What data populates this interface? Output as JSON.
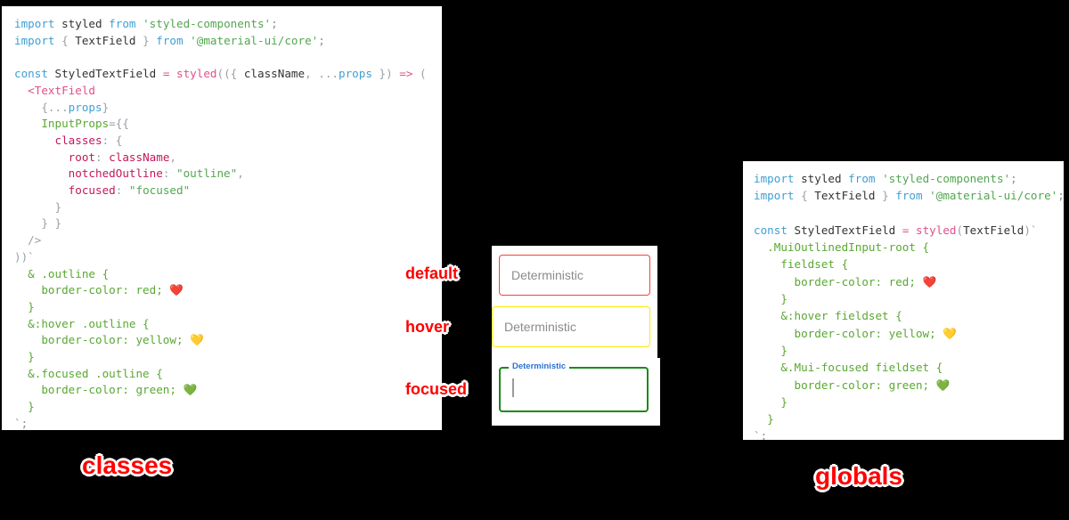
{
  "panels": {
    "classes": {
      "caption": "classes",
      "lines": [
        [
          {
            "t": "import ",
            "c": "t-kw"
          },
          {
            "t": "styled ",
            "c": "t-id"
          },
          {
            "t": "from ",
            "c": "t-kw"
          },
          {
            "t": "'styled-components'",
            "c": "t-str"
          },
          {
            "t": ";",
            "c": "t-dim"
          }
        ],
        [
          {
            "t": "import ",
            "c": "t-kw"
          },
          {
            "t": "{ ",
            "c": "t-pun"
          },
          {
            "t": "TextField",
            "c": "t-id"
          },
          {
            "t": " } ",
            "c": "t-pun"
          },
          {
            "t": "from ",
            "c": "t-kw"
          },
          {
            "t": "'@material-ui/core'",
            "c": "t-str"
          },
          {
            "t": ";",
            "c": "t-dim"
          }
        ],
        [],
        [
          {
            "t": "const ",
            "c": "t-kw"
          },
          {
            "t": "StyledTextField ",
            "c": "t-id"
          },
          {
            "t": "= ",
            "c": "t-op"
          },
          {
            "t": "styled",
            "c": "t-fn"
          },
          {
            "t": "((",
            "c": "t-pun"
          },
          {
            "t": "{ ",
            "c": "t-pun"
          },
          {
            "t": "className",
            "c": "t-id"
          },
          {
            "t": ", ",
            "c": "t-pun"
          },
          {
            "t": "...",
            "c": "t-pun"
          },
          {
            "t": "props",
            "c": "t-var"
          },
          {
            "t": " }",
            "c": "t-pun"
          },
          {
            "t": ") ",
            "c": "t-pun"
          },
          {
            "t": "=> ",
            "c": "t-op"
          },
          {
            "t": "(",
            "c": "t-pun"
          }
        ],
        [
          {
            "t": "  <TextField",
            "c": "t-tag"
          }
        ],
        [
          {
            "t": "    {",
            "c": "t-pun"
          },
          {
            "t": "...",
            "c": "t-pun"
          },
          {
            "t": "props",
            "c": "t-var"
          },
          {
            "t": "}",
            "c": "t-pun"
          }
        ],
        [
          {
            "t": "    InputProps",
            "c": "t-grn"
          },
          {
            "t": "={{",
            "c": "t-pun"
          }
        ],
        [
          {
            "t": "      classes",
            "c": "t-prop"
          },
          {
            "t": ": {",
            "c": "t-pun"
          }
        ],
        [
          {
            "t": "        root",
            "c": "t-prop"
          },
          {
            "t": ": ",
            "c": "t-pun"
          },
          {
            "t": "className",
            "c": "t-prop"
          },
          {
            "t": ",",
            "c": "t-pun"
          }
        ],
        [
          {
            "t": "        notchedOutline",
            "c": "t-prop"
          },
          {
            "t": ": ",
            "c": "t-pun"
          },
          {
            "t": "\"outline\"",
            "c": "t-str"
          },
          {
            "t": ",",
            "c": "t-pun"
          }
        ],
        [
          {
            "t": "        focused",
            "c": "t-prop"
          },
          {
            "t": ": ",
            "c": "t-pun"
          },
          {
            "t": "\"focused\"",
            "c": "t-str"
          }
        ],
        [
          {
            "t": "      }",
            "c": "t-pun"
          }
        ],
        [
          {
            "t": "    } }",
            "c": "t-pun"
          }
        ],
        [
          {
            "t": "  />",
            "c": "t-pun"
          }
        ],
        [
          {
            "t": "))`",
            "c": "t-pun"
          }
        ],
        [
          {
            "t": "  & .outline {",
            "c": "t-grn"
          }
        ],
        [
          {
            "t": "    border-color: red; ",
            "c": "t-grn"
          },
          {
            "t": "❤️",
            "c": "emoji"
          }
        ],
        [
          {
            "t": "  }",
            "c": "t-grn"
          }
        ],
        [
          {
            "t": "  &:hover .outline {",
            "c": "t-grn"
          }
        ],
        [
          {
            "t": "    border-color: yellow; ",
            "c": "t-grn"
          },
          {
            "t": "💛",
            "c": "emoji"
          }
        ],
        [
          {
            "t": "  }",
            "c": "t-grn"
          }
        ],
        [
          {
            "t": "  &.focused .outline {",
            "c": "t-grn"
          }
        ],
        [
          {
            "t": "    border-color: green; ",
            "c": "t-grn"
          },
          {
            "t": "💚",
            "c": "emoji"
          }
        ],
        [
          {
            "t": "  }",
            "c": "t-grn"
          }
        ],
        [
          {
            "t": "`;",
            "c": "t-dim"
          }
        ]
      ]
    },
    "globals": {
      "caption": "globals",
      "lines": [
        [
          {
            "t": "import ",
            "c": "t-kw"
          },
          {
            "t": "styled ",
            "c": "t-id"
          },
          {
            "t": "from ",
            "c": "t-kw"
          },
          {
            "t": "'styled-components'",
            "c": "t-str"
          },
          {
            "t": ";",
            "c": "t-dim"
          }
        ],
        [
          {
            "t": "import ",
            "c": "t-kw"
          },
          {
            "t": "{ ",
            "c": "t-pun"
          },
          {
            "t": "TextField",
            "c": "t-id"
          },
          {
            "t": " } ",
            "c": "t-pun"
          },
          {
            "t": "from ",
            "c": "t-kw"
          },
          {
            "t": "'@material-ui/core'",
            "c": "t-str"
          },
          {
            "t": ";",
            "c": "t-dim"
          }
        ],
        [],
        [
          {
            "t": "const ",
            "c": "t-kw"
          },
          {
            "t": "StyledTextField ",
            "c": "t-id"
          },
          {
            "t": "= ",
            "c": "t-op"
          },
          {
            "t": "styled",
            "c": "t-fn"
          },
          {
            "t": "(",
            "c": "t-pun"
          },
          {
            "t": "TextField",
            "c": "t-id"
          },
          {
            "t": ")`",
            "c": "t-pun"
          }
        ],
        [
          {
            "t": "  .MuiOutlinedInput-root {",
            "c": "t-grn"
          }
        ],
        [
          {
            "t": "    fieldset {",
            "c": "t-grn"
          }
        ],
        [
          {
            "t": "      border-color: red; ",
            "c": "t-grn"
          },
          {
            "t": "❤️",
            "c": "emoji"
          }
        ],
        [
          {
            "t": "    }",
            "c": "t-grn"
          }
        ],
        [
          {
            "t": "    &:hover fieldset {",
            "c": "t-grn"
          }
        ],
        [
          {
            "t": "      border-color: yellow; ",
            "c": "t-grn"
          },
          {
            "t": "💛",
            "c": "emoji"
          }
        ],
        [
          {
            "t": "    }",
            "c": "t-grn"
          }
        ],
        [
          {
            "t": "    &.Mui-focused fieldset {",
            "c": "t-grn"
          }
        ],
        [
          {
            "t": "      border-color: green; ",
            "c": "t-grn"
          },
          {
            "t": "💚",
            "c": "emoji"
          }
        ],
        [
          {
            "t": "    }",
            "c": "t-grn"
          }
        ],
        [
          {
            "t": "  }",
            "c": "t-grn"
          }
        ],
        [
          {
            "t": "`;",
            "c": "t-dim"
          }
        ]
      ]
    }
  },
  "demo": {
    "state_labels": {
      "default": "default",
      "hover": "hover",
      "focused": "focused"
    },
    "fields": {
      "default": {
        "label": "Deterministic",
        "border_color": "#f44336"
      },
      "hover": {
        "label": "Deterministic",
        "border_color": "#ffeb00"
      },
      "focused": {
        "label": "Deterministic",
        "border_color": "#1a8a1a",
        "label_color": "#2a72d4",
        "value": ""
      }
    }
  },
  "colors": {
    "background": "#000000",
    "panel": "#ffffff",
    "accent_red": "#ff0000",
    "keyword": "#3f9fd4",
    "string": "#52a64f",
    "css": "#5aa832",
    "property": "#c2185b"
  }
}
